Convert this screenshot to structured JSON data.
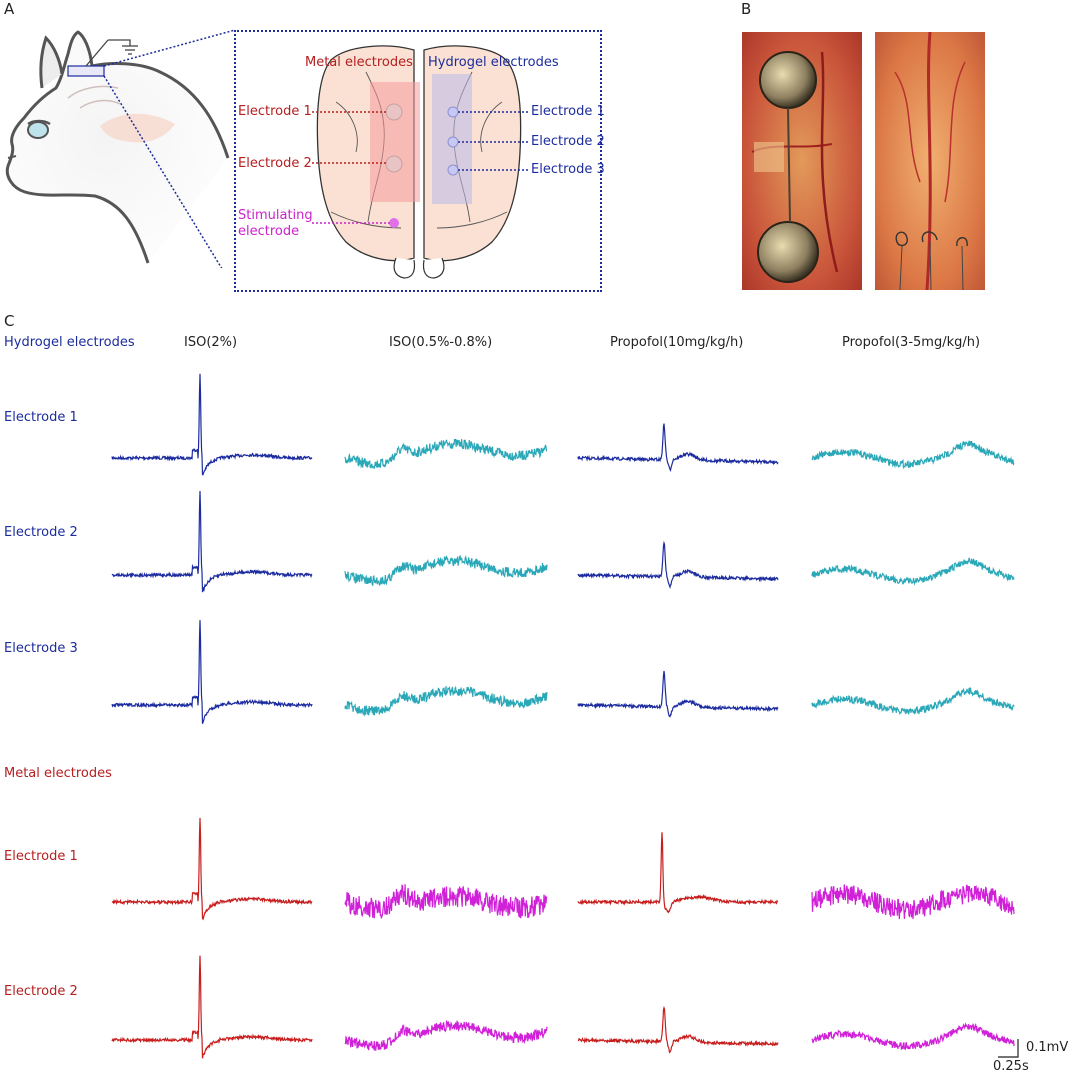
{
  "panels": {
    "a": "A",
    "b": "B",
    "c": "C"
  },
  "diagram": {
    "metal_header": "Metal electrodes",
    "hydrogel_header": "Hydrogel electrodes",
    "left_labels": [
      "Electrode 1",
      "Electrode 2"
    ],
    "right_labels": [
      "Electrode 1",
      "Electrode 2",
      "Electrode 3"
    ],
    "stim_label_line1": "Stimulating",
    "stim_label_line2": "electrode"
  },
  "traces": {
    "hydrogel_title": "Hydrogel electrodes",
    "metal_title": "Metal electrodes",
    "conditions": [
      "ISO(2%)",
      "ISO(0.5%-0.8%)",
      "Propofol(10mg/kg/h)",
      "Propofol(3-5mg/kg/h)"
    ],
    "hydrogel_rows": [
      "Electrode 1",
      "Electrode 2",
      "Electrode 3"
    ],
    "metal_rows": [
      "Electrode 1",
      "Electrode 2"
    ],
    "scale_v": "0.1mV",
    "scale_t": "0.25s"
  },
  "colors": {
    "hydrogel_deep": "#1c2ca0",
    "hydrogel_light": "#2aa8b8",
    "metal_deep": "#c81e1e",
    "metal_light": "#d020d8",
    "label_blue": "#1c2c9c",
    "label_red": "#b42020"
  }
}
